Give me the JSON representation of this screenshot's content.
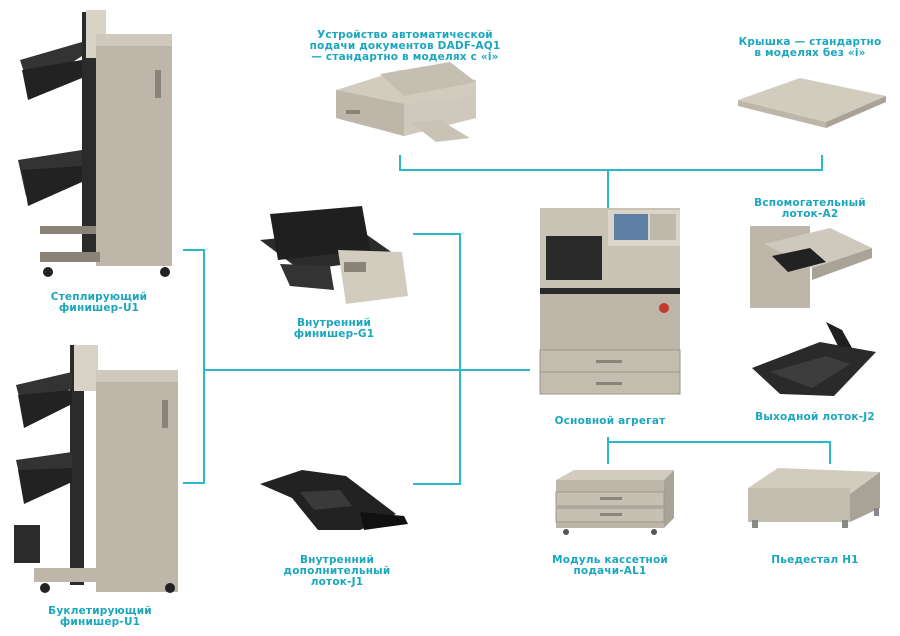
{
  "colors": {
    "connector": "#29b8cc",
    "label": "#1aa7bd",
    "machine_body": "#bdb6a9",
    "machine_light": "#ddd7cc",
    "machine_dark": "#2a2a2a"
  },
  "nodes": {
    "stapling_finisher": {
      "label": "Степлирующий\nфинишер-U1"
    },
    "booklet_finisher": {
      "label": "Буклетирующий\nфинишер-U1"
    },
    "inner_finisher": {
      "label": "Внутренний\nфинишер-G1"
    },
    "inner_tray": {
      "label": "Внутренний\nдополнительный\nлоток-J1"
    },
    "adf": {
      "label": "Устройство автоматической\nподачи документов DADF-AQ1\n— стандартно в моделях с «i»"
    },
    "platen_cover": {
      "label": "Крышка — стандартно\nв моделях без «i»"
    },
    "aux_tray": {
      "label": "Вспомогательный\nлоток-A2"
    },
    "output_tray": {
      "label": "Выходной лоток-J2"
    },
    "main_unit": {
      "label": "Основной агрегат"
    },
    "cassette_module": {
      "label": "Модуль кассетной\nподачи-AL1"
    },
    "pedestal": {
      "label": "Пьедестал H1"
    }
  }
}
